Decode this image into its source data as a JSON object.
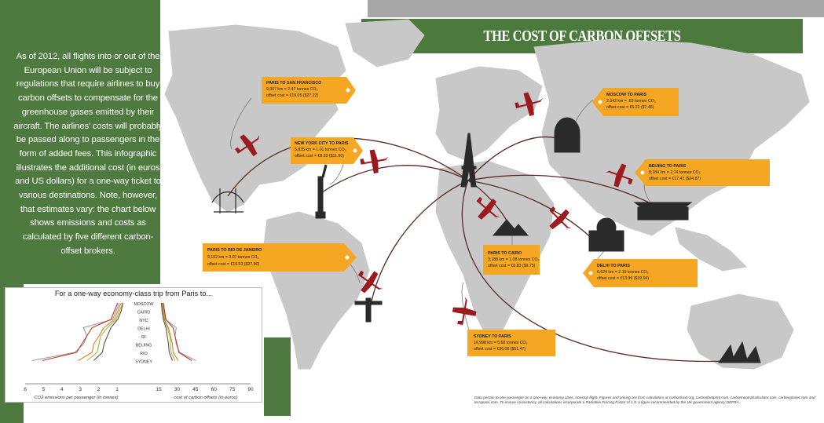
{
  "title": "THE COST OF CARBON OFFSETS",
  "intro_text": "As of 2012, all flights into or out of the European Union will be subject to regulations that require airlines to buy carbon offsets to compensate for the greenhouse gases emitted by their aircraft. The airlines’ costs will probably be passed along to passengers in the form of added fees. This infographic illustrates the additional cost (in euros and US dollars) for a one-way ticket to various destinations. Note, however, that estimates vary: the chart below shows emissions and costs as calculated by five different carbon-offset brokers.",
  "colors": {
    "green": "#4f7a3f",
    "title_bar": "#4b7a3c",
    "tag_orange": "#f5a623",
    "plane_red": "#9b1b1f",
    "map_land": "#c8c8c8",
    "route_line": "#5a2a1e"
  },
  "tags": [
    {
      "id": "sf",
      "title": "PARIS TO SAN FRANCISCO",
      "line1": "9,007 km = 2.47 tonnes CO₂",
      "line2": "offset cost = €19.05 ($27.22)"
    },
    {
      "id": "nyc",
      "title": "NEW YORK CITY TO PARIS",
      "line1": "5,835 km = 1.01 tonnes CO₂",
      "line2": "offset cost = €8.33 ($11.90)"
    },
    {
      "id": "moscow",
      "title": "MOSCOW TO PARIS",
      "line1": "2,542 km = .83 tonnes CO₂",
      "line2": "offset cost = €5.22 ($7.46)"
    },
    {
      "id": "beijing",
      "title": "BEIJING TO PARIS",
      "line1": "8,284 km = 2.74 tonnes CO₂",
      "line2": "offset cost = €17.41 ($24.87)"
    },
    {
      "id": "rio",
      "title": "PARIS TO RIO DE JANEIRO",
      "line1": "9,102 km = 3.07 tonnes CO₂",
      "line2": "offset cost = €19.53 ($27.90)"
    },
    {
      "id": "cairo",
      "title": "PARIS TO CAIRO",
      "line1": "3,188 km = 1.08 tonnes CO₂",
      "line2": "offset cost = €6.83 ($9.75)"
    },
    {
      "id": "delhi",
      "title": "DELHI TO PARIS",
      "line1": "6,624 km = 2.19 tonnes CO₂",
      "line2": "offset cost = €13.96 ($19.94)"
    },
    {
      "id": "sydney",
      "title": "SYDNEY TO PARIS",
      "line1": "16,998 km = 5.68 tonnes CO₂",
      "line2": "offset cost = €36.08 ($51.47)"
    }
  ],
  "chart": {
    "title": "For a one-way economy-class trip from Paris to...",
    "categories": [
      "MOSCOW",
      "CAIRO",
      "NYC",
      "DELHI",
      "SF",
      "BEIJING",
      "RIO",
      "SYDNEY"
    ],
    "left_ticks": [
      "6",
      "5",
      "4",
      "3",
      "2",
      "1"
    ],
    "right_ticks": [
      "15",
      "30",
      "45",
      "60",
      "75",
      "90"
    ],
    "left_axis_label": "CO2 emissions per passenger (in tonnes)",
    "right_axis_label": "cost of carbon offsets (in euros)",
    "series_colors": [
      "#9c9c9c",
      "#c0392b",
      "#e67e22",
      "#8bc34a",
      "#6d4c41"
    ]
  },
  "chart_data": {
    "type": "line",
    "categories": [
      "MOSCOW",
      "CAIRO",
      "NYC",
      "DELHI",
      "SF",
      "BEIJING",
      "RIO",
      "SYDNEY"
    ],
    "series": [
      {
        "values": [
          0.5,
          0.7,
          0.9,
          2.6,
          2.4,
          2.6,
          3.1,
          5.6
        ]
      },
      {
        "values": [
          0.6,
          0.8,
          1.0,
          2.1,
          2.4,
          2.7,
          3.0,
          5.0
        ]
      },
      {
        "values": [
          0.4,
          0.6,
          0.8,
          1.4,
          1.7,
          2.0,
          2.1,
          2.9
        ]
      },
      {
        "values": [
          0.3,
          0.5,
          0.7,
          1.2,
          1.6,
          1.7,
          1.8,
          2.4
        ]
      },
      {
        "values": [
          0.3,
          0.4,
          0.6,
          1.0,
          1.2,
          1.4,
          1.5,
          2.0
        ]
      }
    ]
  },
  "footnote": "Data pertain to one passenger on a one-way, economy class, nonstop flight. Figures and pricing are from calculators at carbonfund.org, carbonfootprint.com, carbonneutralcalculator.com, carbonplanet.com and terrapass.com. To ensure consistency, all calculations incorporate a Radiative Forcing Factor of 1.9, a figure recommended by the UK government agency DEFRA."
}
